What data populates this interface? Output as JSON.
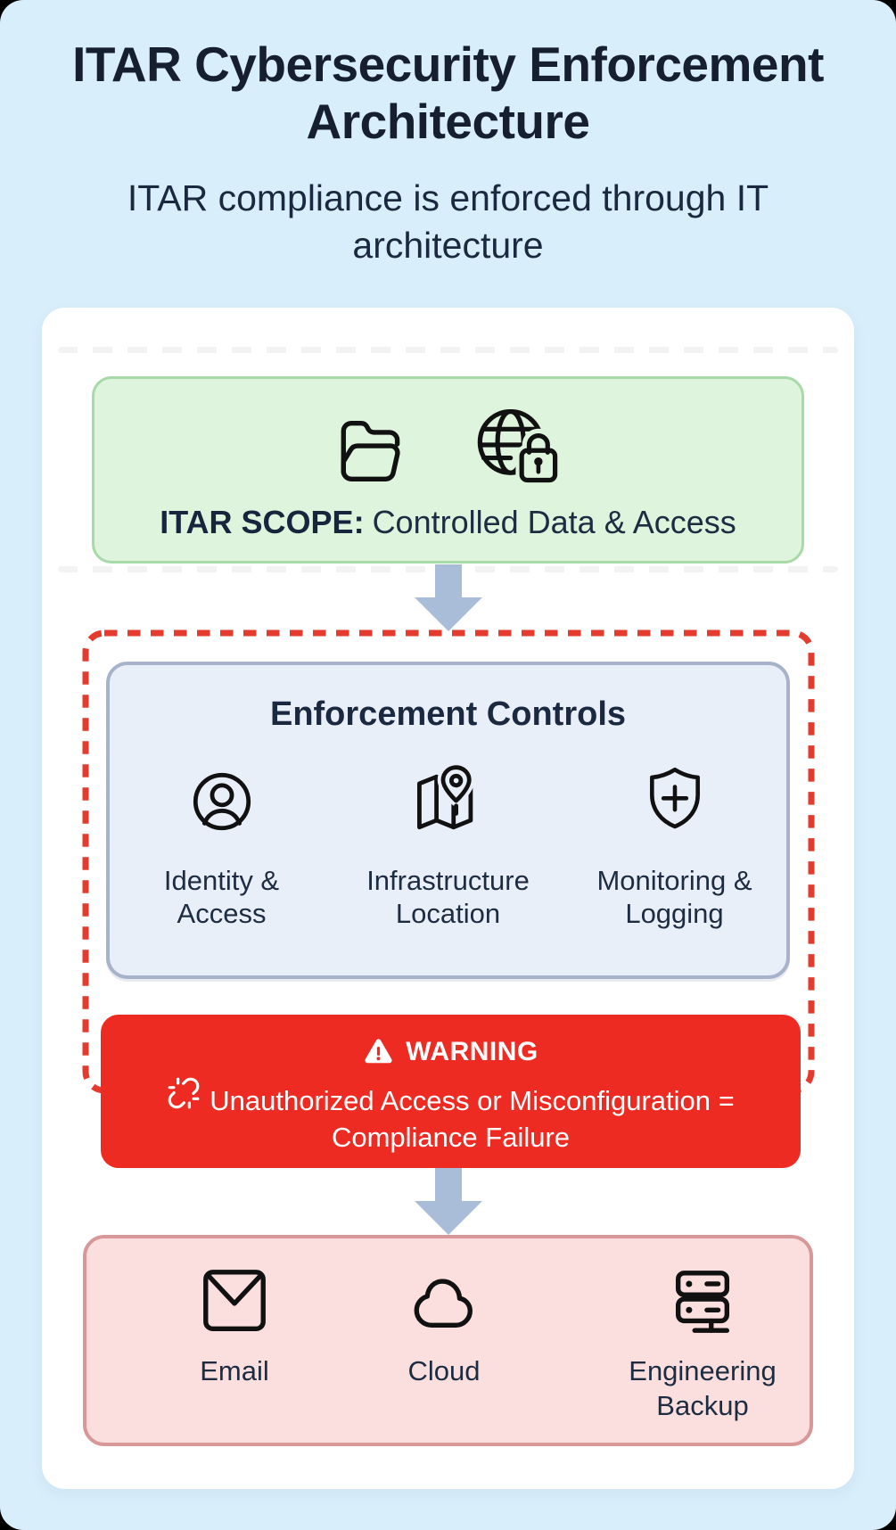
{
  "header": {
    "title": "ITAR Cybersecurity Enforcement Architecture",
    "title_lines": [
      "ITAR Cybersecurity Enforcement",
      "Architecture"
    ],
    "subtitle": "ITAR compliance is enforced through IT architecture",
    "subtitle_lines": [
      "ITAR compliance is enforced through IT",
      "architecture"
    ]
  },
  "scope": {
    "label": "ITAR SCOPE:",
    "text": "Controlled Data & Access",
    "icons": [
      "open-folder-icon",
      "globe-lock-icon"
    ]
  },
  "enforcement": {
    "title": "Enforcement Controls",
    "items": [
      {
        "label": "Identity & Access",
        "icon": "user-circle-icon"
      },
      {
        "label": "Infrastructure Location",
        "icon": "map-pin-icon"
      },
      {
        "label": "Monitoring & Logging",
        "icon": "shield-plus-icon"
      }
    ]
  },
  "warning": {
    "title": "WARNING",
    "message": "Unauthorized Access or Misconfiguration = Compliance Failure",
    "icons": [
      "warning-triangle-icon",
      "broken-link-icon"
    ]
  },
  "endpoints": {
    "items": [
      {
        "label": "Email",
        "icon": "email-icon"
      },
      {
        "label": "Cloud",
        "icon": "cloud-icon"
      },
      {
        "label": "Engineering Backup",
        "icon": "server-icon"
      }
    ]
  },
  "colors": {
    "background": "#d9eefb",
    "card": "#ffffff",
    "title_text": "#161f2e",
    "body_text": "#1d2c41",
    "scope_fill": "#def4dc",
    "scope_border": "#a8d9a8",
    "controls_fill": "#e9eff9",
    "controls_border": "#a6b3ca",
    "warning_fill": "#ee2b22",
    "dashed_border": "#e53a2e",
    "endpoints_fill": "#fbdfdf",
    "endpoints_border": "#d89898",
    "arrow": "#a9bdd9",
    "icon_stroke": "#111111"
  }
}
